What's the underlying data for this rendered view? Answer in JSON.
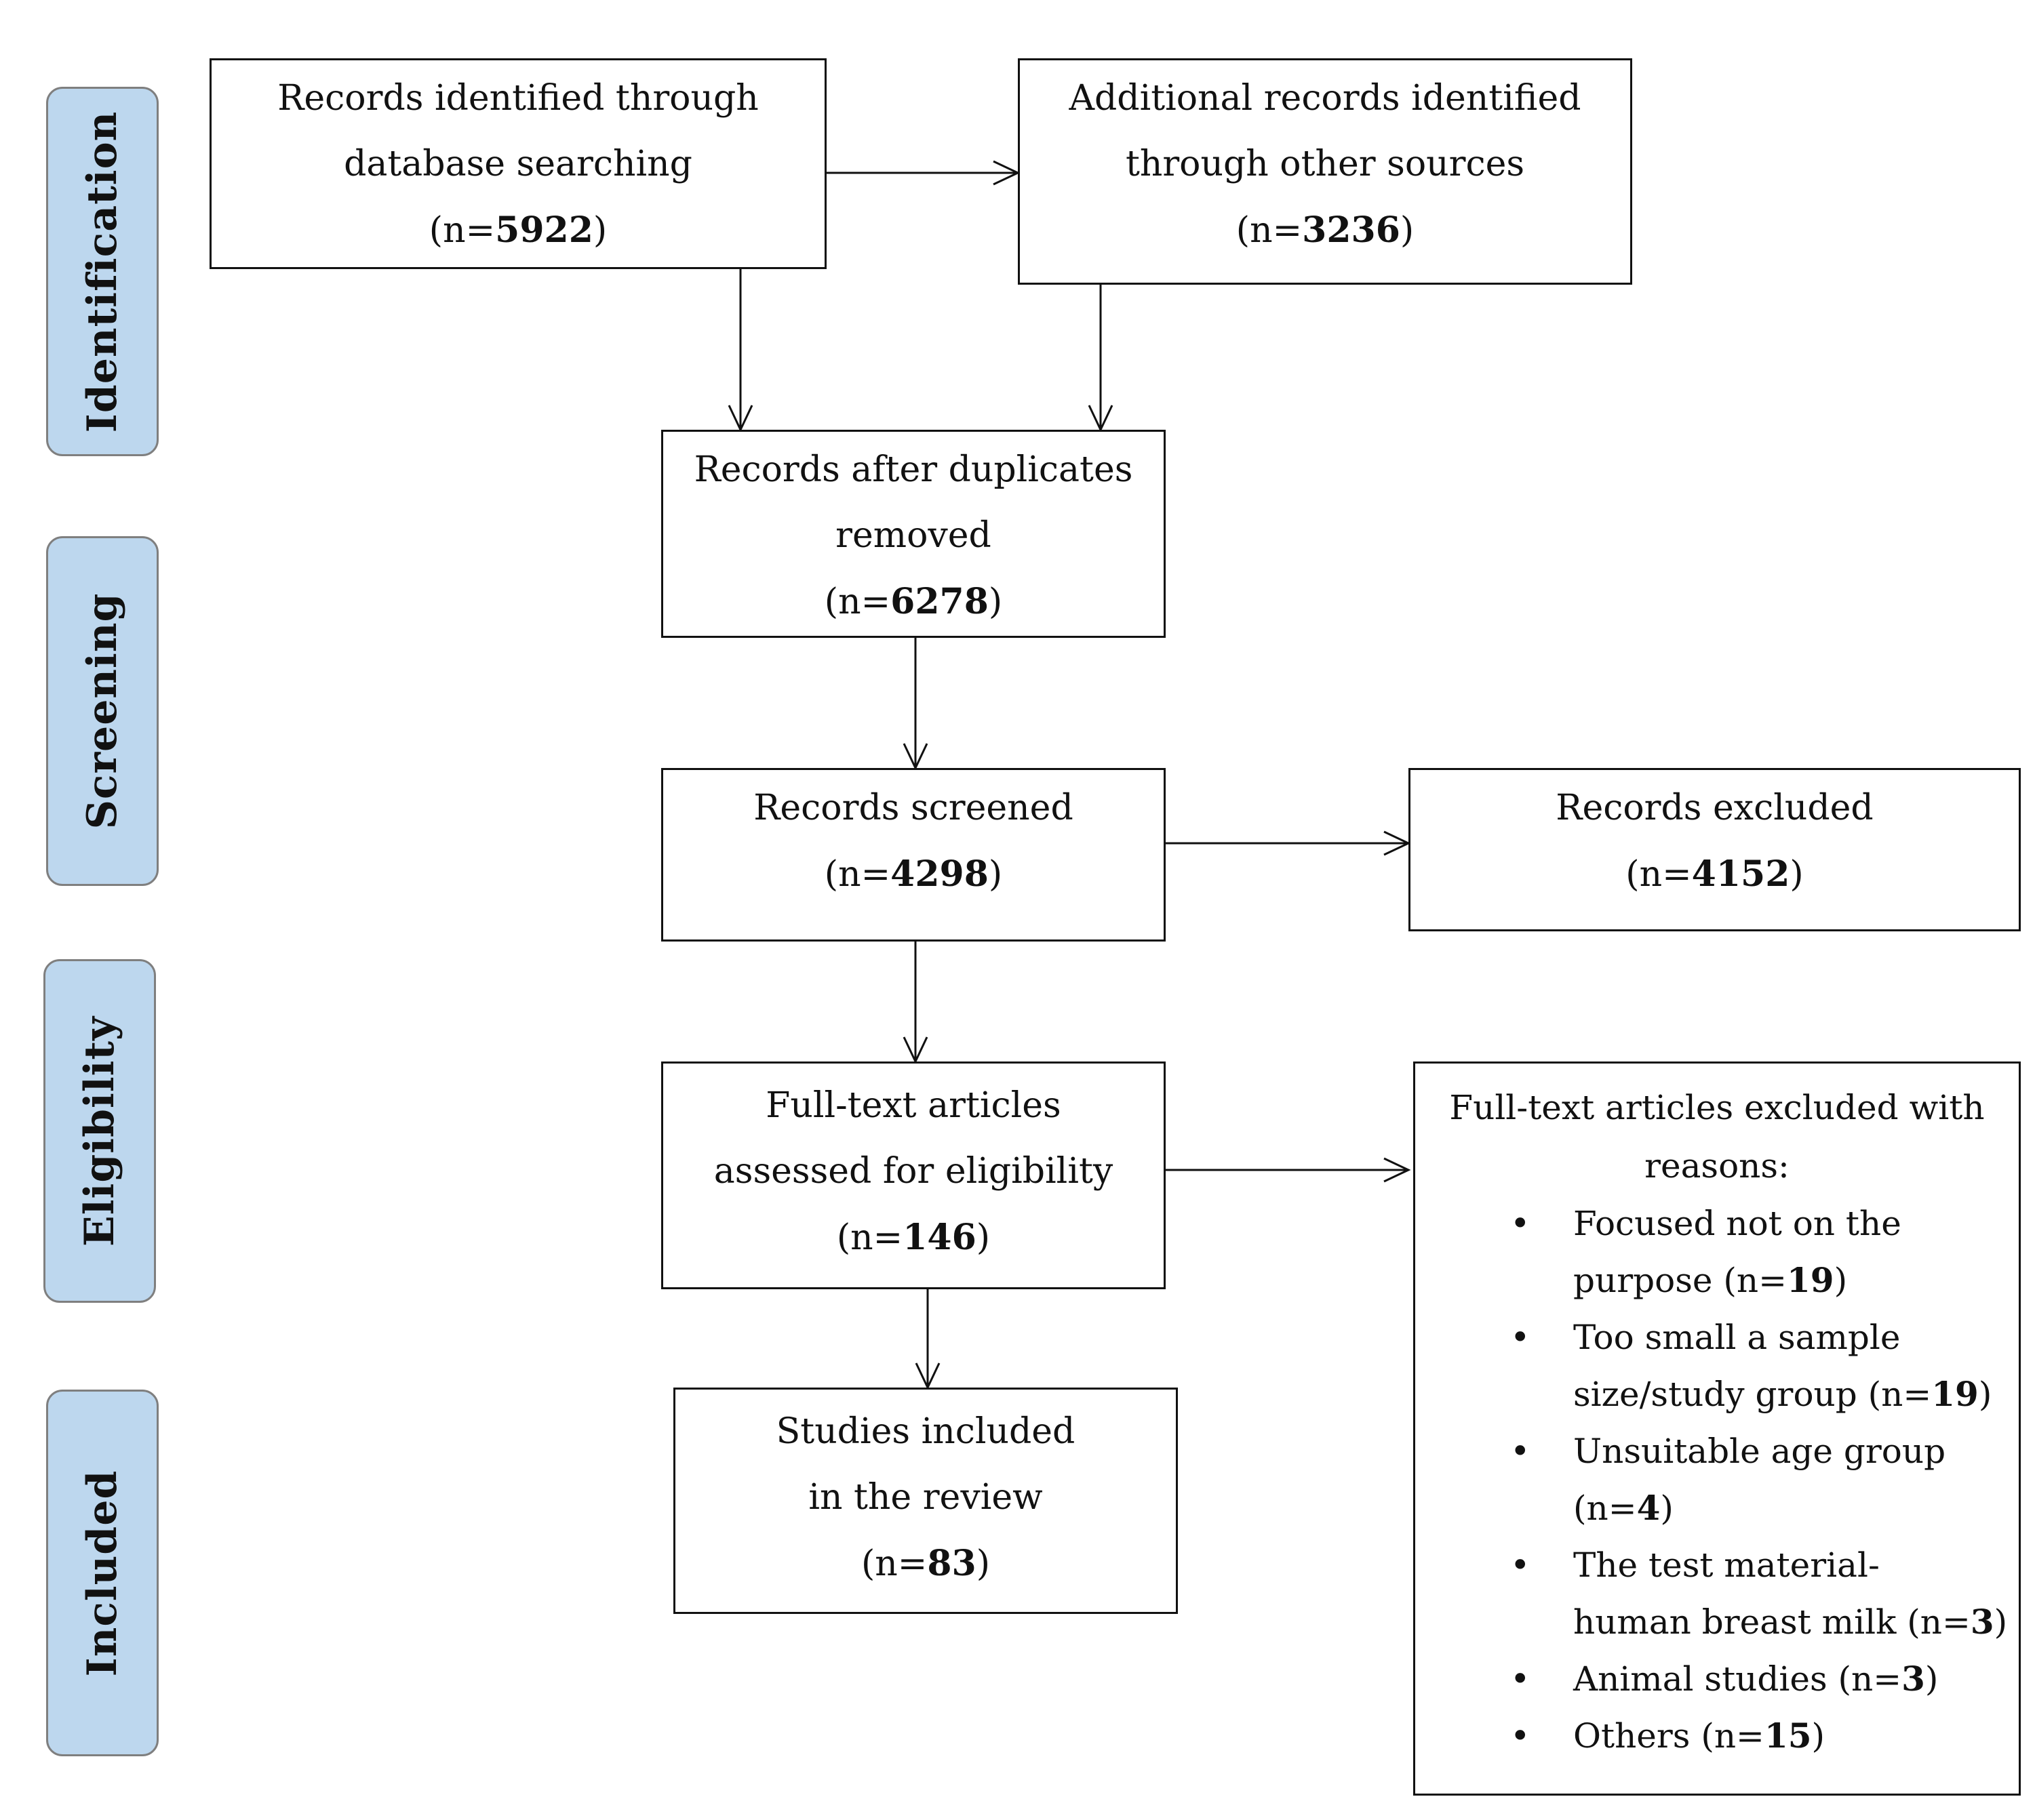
{
  "stages": {
    "identification": "Identification",
    "screening": "Screening",
    "eligibility": "Eligibility",
    "included": "Included"
  },
  "boxes": {
    "database": {
      "line1": "Records identified through",
      "line2": "database searching",
      "count_prefix": "(n=",
      "count": "5922",
      "count_suffix": ")"
    },
    "additional": {
      "line1": "Additional records identified",
      "line2": "through other sources",
      "count_prefix": "(n=",
      "count": "3236",
      "count_suffix": ")"
    },
    "deduplicated": {
      "line1": "Records after duplicates",
      "line2": "removed",
      "count_prefix": "(n=",
      "count": "6278",
      "count_suffix": ")"
    },
    "screened": {
      "line1": "Records screened",
      "count_prefix": "(n=",
      "count": "4298",
      "count_suffix": ")"
    },
    "excluded": {
      "line1": "Records excluded",
      "count_prefix": "(n=",
      "count": "4152",
      "count_suffix": ")"
    },
    "fulltext": {
      "line1": "Full-text articles",
      "line2": "assessed for eligibility",
      "count_prefix": "(n=",
      "count": "146",
      "count_suffix": ")"
    },
    "included": {
      "line1": "Studies included",
      "line2": "in the review",
      "count_prefix": "(n=",
      "count": "83",
      "count_suffix": ")"
    }
  },
  "exclusions": {
    "heading_line1": "Full-text articles excluded with",
    "heading_line2": "reasons:",
    "reasons": [
      {
        "line1": "Focused not on the",
        "line2_prefix": "purpose (n=",
        "count": "19",
        "suffix": ")"
      },
      {
        "line1": "Too small a sample",
        "line2_prefix": "size/study group (n=",
        "count": "19",
        "suffix": ")"
      },
      {
        "line1": "Unsuitable age group",
        "line2_prefix": "(n=",
        "count": "4",
        "suffix": ")"
      },
      {
        "line1": "The test material-",
        "line2_prefix": "human breast milk (n=",
        "count": "3",
        "suffix": ")"
      },
      {
        "line1_prefix": "Animal studies (n=",
        "count": "3",
        "suffix": ")"
      },
      {
        "line1_prefix": "Others (n=",
        "count": "15",
        "suffix": ")"
      }
    ]
  }
}
